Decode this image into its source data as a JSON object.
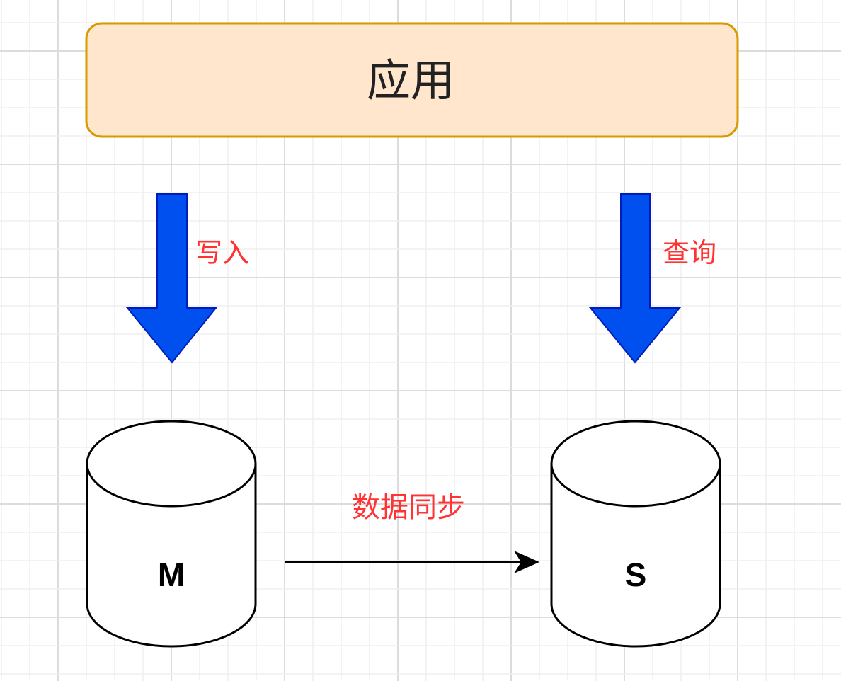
{
  "app_box": {
    "label": "应用"
  },
  "write_arrow": {
    "label": "写入"
  },
  "query_arrow": {
    "label": "查询"
  },
  "master_db": {
    "label": "M"
  },
  "slave_db": {
    "label": "S"
  },
  "sync_edge": {
    "label": "数据同步"
  },
  "colors": {
    "app_fill": "#ffe6cc",
    "app_stroke": "#d79b00",
    "arrow_fill": "#0050ef",
    "arrow_stroke": "#001dbc",
    "label": "#ff3333",
    "grid_minor": "#efefef",
    "grid_major": "#dcdcdc"
  }
}
